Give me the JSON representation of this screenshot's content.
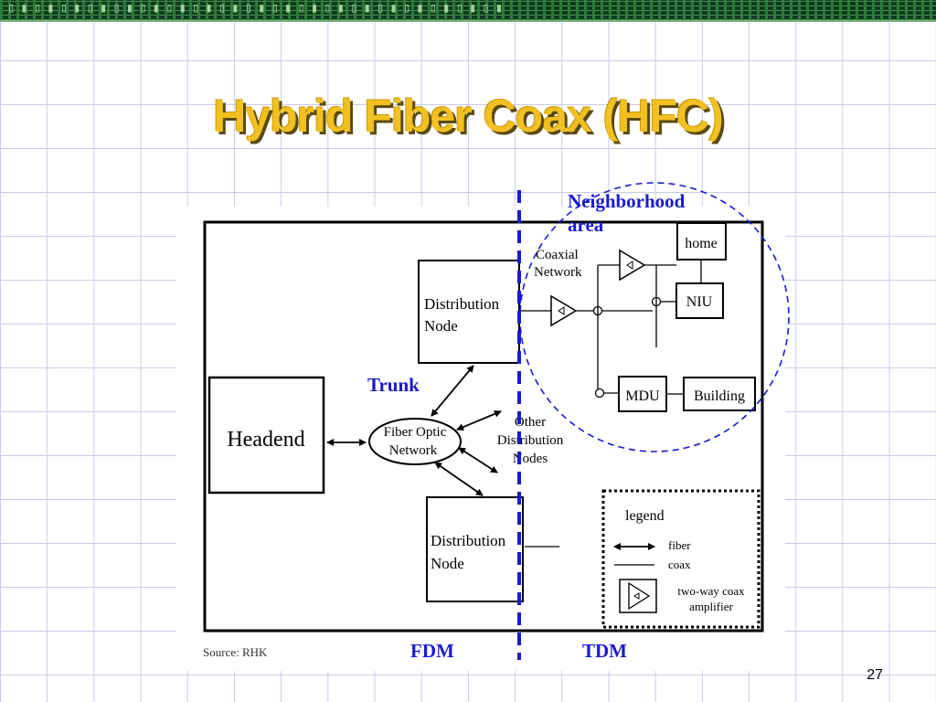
{
  "slide": {
    "title": "Hybrid Fiber Coax (HFC)",
    "page_number": "27",
    "source": "Source: RHK"
  },
  "diagram": {
    "headend": "Headend",
    "fiber_network": [
      "Fiber Optic",
      "Network"
    ],
    "distribution_node_top": [
      "Distribution",
      "Node"
    ],
    "distribution_node_bottom": [
      "Distribution",
      "Node"
    ],
    "other_nodes": [
      "Other",
      "Distribution",
      "Nodes"
    ],
    "coaxial_network": [
      "Coaxial",
      "Network"
    ],
    "home": "home",
    "niu": "NIU",
    "mdu": "MDU",
    "building": "Building",
    "legend": {
      "title": "legend",
      "fiber": "fiber",
      "coax": "coax",
      "amplifier": [
        "two-way coax",
        "amplifier"
      ]
    }
  },
  "annotations": {
    "neighborhood": [
      "Neighborhood",
      "area"
    ],
    "trunk": "Trunk",
    "fdm": "FDM",
    "tdm": "TDM"
  },
  "colors": {
    "title": "#f2c020",
    "annotation": "#1a1ad0",
    "grid": "#c9cce8"
  }
}
